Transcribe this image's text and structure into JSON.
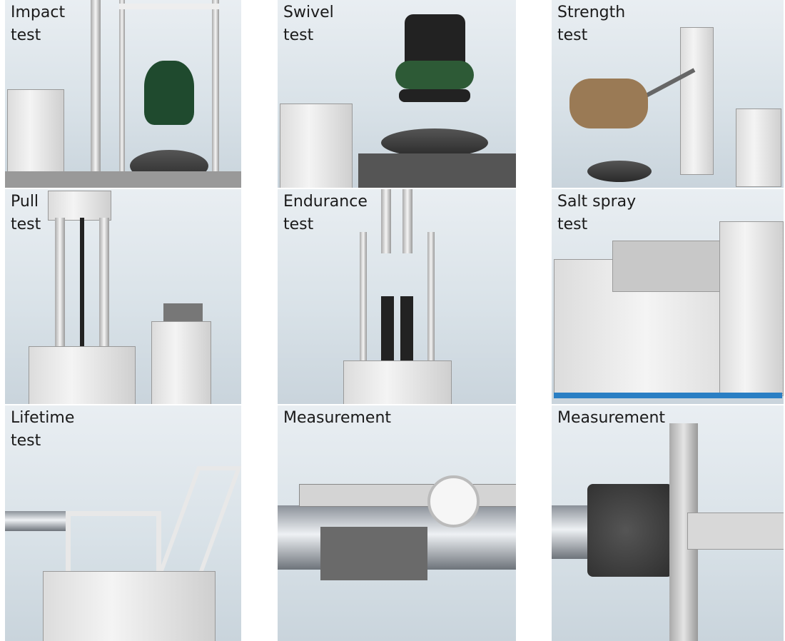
{
  "panels": [
    {
      "label": "Impact\ntest"
    },
    {
      "label": "Swivel\ntest"
    },
    {
      "label": "Strength\ntest"
    },
    {
      "label": "Pull\ntest"
    },
    {
      "label": "Endurance\ntest"
    },
    {
      "label": "Salt spray\ntest"
    },
    {
      "label": "Lifetime\ntest"
    },
    {
      "label": "Measurement"
    },
    {
      "label": "Measurement"
    }
  ]
}
